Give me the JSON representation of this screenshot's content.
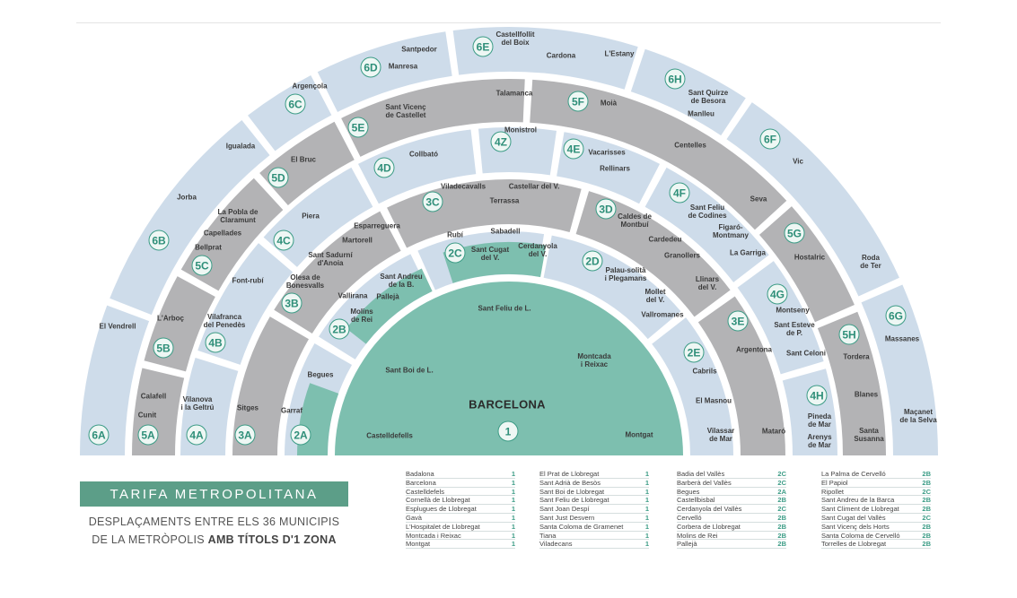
{
  "colors": {
    "zone1": "#7dbfaf",
    "lightblue": "#cedcea",
    "gray": "#b3b3b5",
    "badge": "#3c9c86",
    "banner": "#5c9e88"
  },
  "center": {
    "id": "1",
    "name": "BARCELONA",
    "towns": [
      "Sant Feliu de L.",
      "Sant Boi de L.",
      "Montcada\ni Reixac",
      "Castelldefells",
      "Montgat"
    ]
  },
  "zones": [
    {
      "id": "2A",
      "towns": [
        "Begues",
        "Garraf"
      ]
    },
    {
      "id": "2B",
      "towns": [
        "Vallirana",
        "Pallejà",
        "Sant Andreu\nde la B.",
        "Molins\nde Rei"
      ]
    },
    {
      "id": "2C",
      "towns": [
        "Rubí",
        "Sabadell",
        "Sant Cugat\ndel V.",
        "Cerdanyola\ndel V."
      ]
    },
    {
      "id": "2D",
      "towns": [
        "Palau-solità\ni Plegamans",
        "Mollet\ndel V.",
        "Vallromanes"
      ]
    },
    {
      "id": "2E",
      "towns": [
        "Cabrils",
        "El Masnou",
        "Vilassar\nde Mar"
      ]
    },
    {
      "id": "3A",
      "towns": [
        "Sitges"
      ]
    },
    {
      "id": "3B",
      "towns": [
        "Olesa de\nBonesvalls",
        "Sant Sadurní\nd'Anoia",
        "Martorell",
        "Esparreguera"
      ]
    },
    {
      "id": "3C",
      "towns": [
        "Viladecavalls",
        "Castellar del V.",
        "Terrassa"
      ]
    },
    {
      "id": "3D",
      "towns": [
        "Caldes de\nMontbuí",
        "Cardedeu",
        "Granollers",
        "Llinars\ndel V."
      ]
    },
    {
      "id": "3E",
      "towns": [
        "Argentona",
        "Mataró"
      ]
    },
    {
      "id": "4A",
      "towns": [
        "Vilanova\ni la Geltrú"
      ]
    },
    {
      "id": "4B",
      "towns": [
        "Font-rubí",
        "Vilafranca\ndel Penedès"
      ]
    },
    {
      "id": "4C",
      "towns": [
        "Piera"
      ]
    },
    {
      "id": "4D",
      "towns": [
        "Collbató"
      ]
    },
    {
      "id": "4Z",
      "towns": [
        "Monistrol"
      ]
    },
    {
      "id": "4E",
      "towns": [
        "Vacarisses",
        "Rellinars"
      ]
    },
    {
      "id": "4F",
      "towns": [
        "Sant Feliu\nde Codines",
        "Figaró-\nMontmany",
        "La Garriga"
      ]
    },
    {
      "id": "4G",
      "towns": [
        "Montseny",
        "Sant Esteve\nde P.",
        "Sant Celoni"
      ]
    },
    {
      "id": "4H",
      "towns": [
        "Pineda\nde Mar",
        "Arenys\nde Mar"
      ]
    },
    {
      "id": "5A",
      "towns": [
        "Calafell",
        "Cunit"
      ]
    },
    {
      "id": "5B",
      "towns": [
        "L'Arboç"
      ]
    },
    {
      "id": "5C",
      "towns": [
        "La Pobla de\nClaramunt",
        "Capellades",
        "Bellprat"
      ]
    },
    {
      "id": "5D",
      "towns": [
        "El Bruc"
      ]
    },
    {
      "id": "5E",
      "towns": [
        "Sant Vicenç\nde Castellet",
        "Talamanca"
      ]
    },
    {
      "id": "5F",
      "towns": [
        "Moià",
        "Centelles",
        "Seva"
      ]
    },
    {
      "id": "5G",
      "towns": [
        "Hostalric"
      ]
    },
    {
      "id": "5H",
      "towns": [
        "Tordera",
        "Blanes",
        "Santa\nSusanna"
      ]
    },
    {
      "id": "6A",
      "towns": [
        "El Vendrell"
      ]
    },
    {
      "id": "6B",
      "towns": [
        "Jorba",
        "Igualada"
      ]
    },
    {
      "id": "6C",
      "towns": [
        "Argençola"
      ]
    },
    {
      "id": "6D",
      "towns": [
        "Manresa",
        "Santpedor"
      ]
    },
    {
      "id": "6E",
      "towns": [
        "Castellfollit\ndel Boix",
        "Cardona",
        "L'Estany"
      ]
    },
    {
      "id": "6H",
      "towns": [
        "Sant Quirze\nde Besora",
        "Manlleu"
      ]
    },
    {
      "id": "6F",
      "towns": [
        "Vic",
        "Roda\nde Ter"
      ]
    },
    {
      "id": "6G",
      "towns": [
        "Massanes",
        "Maçanet\nde la Selva"
      ]
    }
  ],
  "legend": {
    "title": "TARIFA METROPOLITANA",
    "line1": "DESPLAÇAMENTS ENTRE ELS 36 MUNICIPIS",
    "line2": "DE LA METRÒPOLIS ",
    "line2_bold": "AMB TÍTOLS D'1 ZONA"
  },
  "table": [
    [
      [
        "Badalona",
        "1"
      ],
      [
        "Barcelona",
        "1"
      ],
      [
        "Castelldefels",
        "1"
      ],
      [
        "Cornellà de Llobregat",
        "1"
      ],
      [
        "Esplugues de Llobregat",
        "1"
      ],
      [
        "Gavà",
        "1"
      ],
      [
        "L'Hospitalet de Llobregat",
        "1"
      ],
      [
        "Montcada i Reixac",
        "1"
      ],
      [
        "Montgat",
        "1"
      ]
    ],
    [
      [
        "El Prat de Llobregat",
        "1"
      ],
      [
        "Sant Adrià de Besòs",
        "1"
      ],
      [
        "Sant Boi de Llobregat",
        "1"
      ],
      [
        "Sant Feliu de Llobregat",
        "1"
      ],
      [
        "Sant Joan Despí",
        "1"
      ],
      [
        "Sant Just Desvern",
        "1"
      ],
      [
        "Santa Coloma de Gramenet",
        "1"
      ],
      [
        "Tiana",
        "1"
      ],
      [
        "Viladecans",
        "1"
      ]
    ],
    [
      [
        "Badia del Vallès",
        "2C"
      ],
      [
        "Barberà del Vallès",
        "2C"
      ],
      [
        "Begues",
        "2A"
      ],
      [
        "Castellbisbal",
        "2B"
      ],
      [
        "Cerdanyola del Vallès",
        "2C"
      ],
      [
        "Cervelló",
        "2B"
      ],
      [
        "Corbera de Llobregat",
        "2B"
      ],
      [
        "Molins de Rei",
        "2B"
      ],
      [
        "Pallejà",
        "2B"
      ]
    ],
    [
      [
        "La Palma de Cervelló",
        "2B"
      ],
      [
        "El Papiol",
        "2B"
      ],
      [
        "Ripollet",
        "2C"
      ],
      [
        "Sant Andreu de la Barca",
        "2B"
      ],
      [
        "Sant Climent de Llobregat",
        "2B"
      ],
      [
        "Sant Cugat del Vallès",
        "2C"
      ],
      [
        "Sant Vicenç dels Horts",
        "2B"
      ],
      [
        "Santa Coloma de Cervelló",
        "2B"
      ],
      [
        "Torrelles de Llobregat",
        "2B"
      ]
    ]
  ]
}
